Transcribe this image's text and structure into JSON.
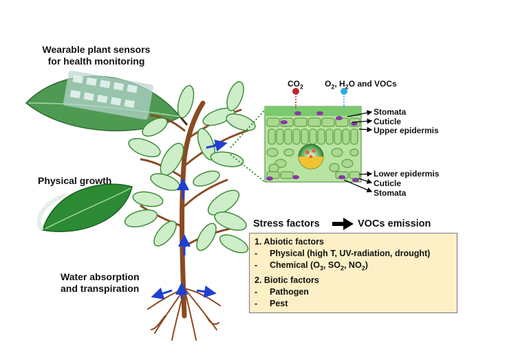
{
  "labels": {
    "sensor_title_line1": "Wearable plant sensors",
    "sensor_title_line2": "for health monitoring",
    "physical_growth": "Physical growth",
    "water_line1": "Water absorption",
    "water_line2": "and transpiration",
    "co2_main": "CO",
    "co2_sub": "2",
    "o2_main": "O",
    "o2_sub": "2",
    "o2_rest": ", H",
    "h2o_sub": "2",
    "h2o_rest": "O and VOCs",
    "stomata_top": "Stomata",
    "cuticle_top": "Cuticle",
    "upper_epidermis": "Upper epidermis",
    "lower_epidermis": "Lower epidermis",
    "cuticle_bottom": "Cuticle",
    "stomata_bottom": "Stomata",
    "stress_factors": "Stress factors",
    "vocs_emission": "VOCs emission"
  },
  "stress_box": {
    "abiotic_heading": "1. Abiotic factors",
    "dash": "-",
    "physical": "Physical (high T, UV-radiation, drought)",
    "chemical_prefix": "Chemical (O",
    "chemical_o3_sub": "3",
    "chemical_mid1": ", SO",
    "chemical_so2_sub": "2",
    "chemical_mid2": ", NO",
    "chemical_no2_sub": "2",
    "chemical_suffix": ")",
    "biotic_heading": "2. Biotic factors",
    "pathogen": "Pathogen",
    "pest": "Pest"
  },
  "colors": {
    "leaf_fill": "#cdeec8",
    "leaf_stroke": "#3f8a3a",
    "stem": "#8a4a22",
    "arrow_blue": "#1f3fd1",
    "cell_green": "#a9d98c",
    "box_fill": "#fdefc6",
    "co2_red": "#c0272d",
    "o2_cyan": "#29aee4",
    "stomata_purple": "#8a35a8"
  }
}
